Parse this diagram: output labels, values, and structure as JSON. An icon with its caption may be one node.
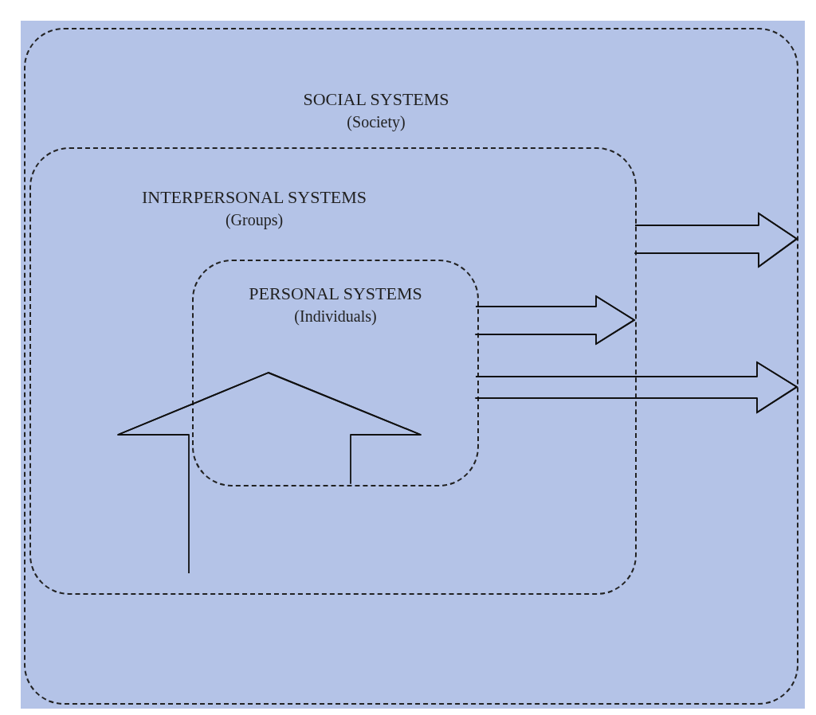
{
  "diagram": {
    "nodes": [
      {
        "text": [
          "SOCIAL SYSTEMS",
          "(Society)"
        ]
      },
      {
        "text": [
          "INTERPERSONAL SYSTEMS",
          "(Groups)"
        ],
        "in": 0
      },
      {
        "text": [
          "PERSONAL SYSTEMS",
          "(Individuals)"
        ],
        "in": 1
      }
    ],
    "edges": [
      {
        "from": 2,
        "to": 1,
        "arrow": "to"
      },
      {
        "from": 1,
        "to": 0,
        "arrow": "to"
      },
      {
        "from": 2,
        "to": 0,
        "arrow": "to"
      },
      {
        "from": 1,
        "to": 2,
        "arrow": "to"
      }
    ]
  }
}
